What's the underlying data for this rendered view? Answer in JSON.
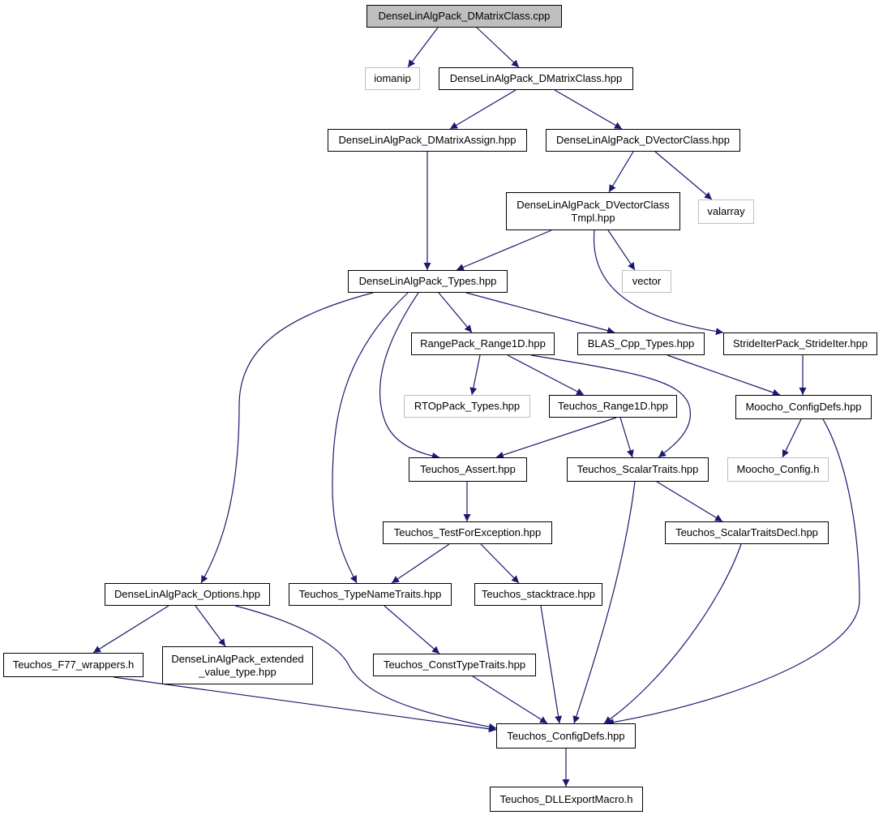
{
  "colors": {
    "edge": "#191970",
    "root_fill": "#bfbfbf",
    "external_border": "#bfbfbf",
    "node_border": "#000000"
  },
  "nodes": {
    "n_root": "DenseLinAlgPack_DMatrixClass.cpp",
    "n_iomanip": "iomanip",
    "n_dmatrixclass": "DenseLinAlgPack_DMatrixClass.hpp",
    "n_dmatrixassign": "DenseLinAlgPack_DMatrixAssign.hpp",
    "n_dvectorclass": "DenseLinAlgPack_DVectorClass.hpp",
    "n_dvectortmpl": "DenseLinAlgPack_DVectorClass\nTmpl.hpp",
    "n_valarray": "valarray",
    "n_types": "DenseLinAlgPack_Types.hpp",
    "n_vector": "vector",
    "n_range1d": "RangePack_Range1D.hpp",
    "n_blas": "BLAS_Cpp_Types.hpp",
    "n_strideiter": "StrideIterPack_StrideIter.hpp",
    "n_rtop": "RTOpPack_Types.hpp",
    "n_trange1d": "Teuchos_Range1D.hpp",
    "n_moochodefs": "Moocho_ConfigDefs.hpp",
    "n_assert": "Teuchos_Assert.hpp",
    "n_scalartraits": "Teuchos_ScalarTraits.hpp",
    "n_moochoconfig": "Moocho_Config.h",
    "n_testforexc": "Teuchos_TestForException.hpp",
    "n_scalartraitsdecl": "Teuchos_ScalarTraitsDecl.hpp",
    "n_options": "DenseLinAlgPack_Options.hpp",
    "n_typename": "Teuchos_TypeNameTraits.hpp",
    "n_stacktrace": "Teuchos_stacktrace.hpp",
    "n_f77": "Teuchos_F77_wrappers.h",
    "n_extended": "DenseLinAlgPack_extended\n_value_type.hpp",
    "n_consttype": "Teuchos_ConstTypeTraits.hpp",
    "n_configdefs": "Teuchos_ConfigDefs.hpp",
    "n_dllexport": "Teuchos_DLLExportMacro.h"
  }
}
